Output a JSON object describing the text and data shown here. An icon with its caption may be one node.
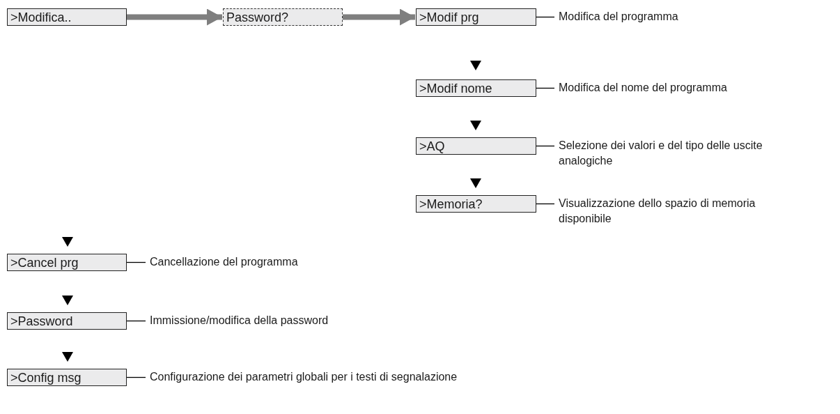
{
  "diagram": {
    "nodes": [
      {
        "text": [
          ">Modifica.."
        ]
      },
      {
        "text": [
          "Password?"
        ]
      },
      {
        "text": [
          ">Modif prg"
        ]
      },
      {
        "text": [
          ">Modif nome"
        ]
      },
      {
        "text": [
          ">AQ"
        ]
      },
      {
        "text": [
          ">Memoria?"
        ]
      },
      {
        "text": [
          ">Cancel prg"
        ]
      },
      {
        "text": [
          ">Password"
        ]
      },
      {
        "text": [
          ">Config msg"
        ]
      },
      {
        "text": [
          "Modifica del programma"
        ]
      },
      {
        "text": [
          "Modifica del nome del programma"
        ]
      },
      {
        "text": [
          "Selezione dei valori e del tipo delle uscite analogiche"
        ]
      },
      {
        "text": [
          "Visualizzazione dello spazio di memoria disponibile"
        ]
      },
      {
        "text": [
          "Cancellazione del programma"
        ]
      },
      {
        "text": [
          "Immissione/modifica della password"
        ]
      },
      {
        "text": [
          "Configurazione dei parametri globali per i testi di segnalazione"
        ]
      }
    ],
    "edges": [
      {
        "from": 0,
        "to": 1,
        "arrow": "to",
        "style": "thick",
        "color": "#7f7f7f"
      },
      {
        "from": 1,
        "to": 2,
        "arrow": "to",
        "style": "thick",
        "color": "#7f7f7f"
      },
      {
        "from": 9,
        "to": 2,
        "arrow": "none"
      },
      {
        "from": 10,
        "to": 3,
        "arrow": "none"
      },
      {
        "from": 11,
        "to": 4,
        "arrow": "none"
      },
      {
        "from": 12,
        "to": 5,
        "arrow": "none"
      },
      {
        "from": 13,
        "to": 6,
        "arrow": "none"
      },
      {
        "from": 14,
        "to": 7,
        "arrow": "none"
      },
      {
        "from": 15,
        "to": 8,
        "arrow": "none"
      }
    ]
  }
}
